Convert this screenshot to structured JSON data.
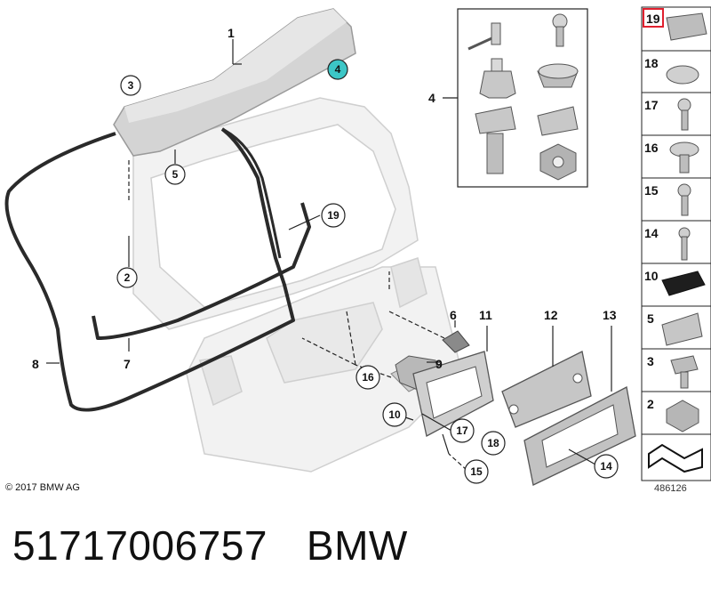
{
  "diagram": {
    "callouts": {
      "c1": "1",
      "c2": "2",
      "c3": "3",
      "c4": "4",
      "c5": "5",
      "c6": "6",
      "c7": "7",
      "c8": "8",
      "c9": "9",
      "c10": "10",
      "c11": "11",
      "c12": "12",
      "c13": "13",
      "c14": "14",
      "c15": "15",
      "c16": "16",
      "c17": "17",
      "c18": "18",
      "c19": "19",
      "c4box": "4"
    },
    "table_numbers": [
      "19",
      "18",
      "17",
      "16",
      "15",
      "14",
      "10",
      "5",
      "3",
      "2"
    ],
    "highlight_color": "#e0202e",
    "accent_circle_color": "#3cc6c6"
  },
  "copyright": "© 2017 BMW AG",
  "image_number": "486126",
  "part_number": "51717006757",
  "brand": "BMW"
}
